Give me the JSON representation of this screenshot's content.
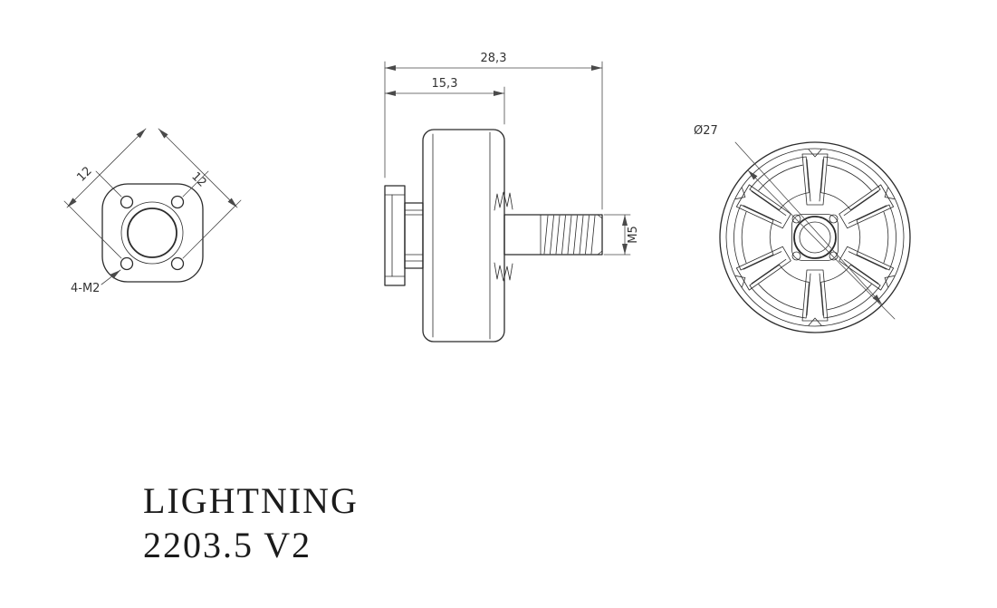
{
  "title": {
    "line1": "LIGHTNING",
    "line2": "2203.5 V2"
  },
  "views": {
    "mount": {
      "dim_left": "12",
      "dim_right": "12",
      "thread_label": "4-M2"
    },
    "side": {
      "dim_total": "28,3",
      "dim_body": "15,3",
      "shaft_thread": "M5"
    },
    "front": {
      "dim_diameter": "Ø27"
    }
  },
  "colors": {
    "bg": "#ffffff",
    "line": "#2b2b2b",
    "dim": "#4a4a4a"
  }
}
